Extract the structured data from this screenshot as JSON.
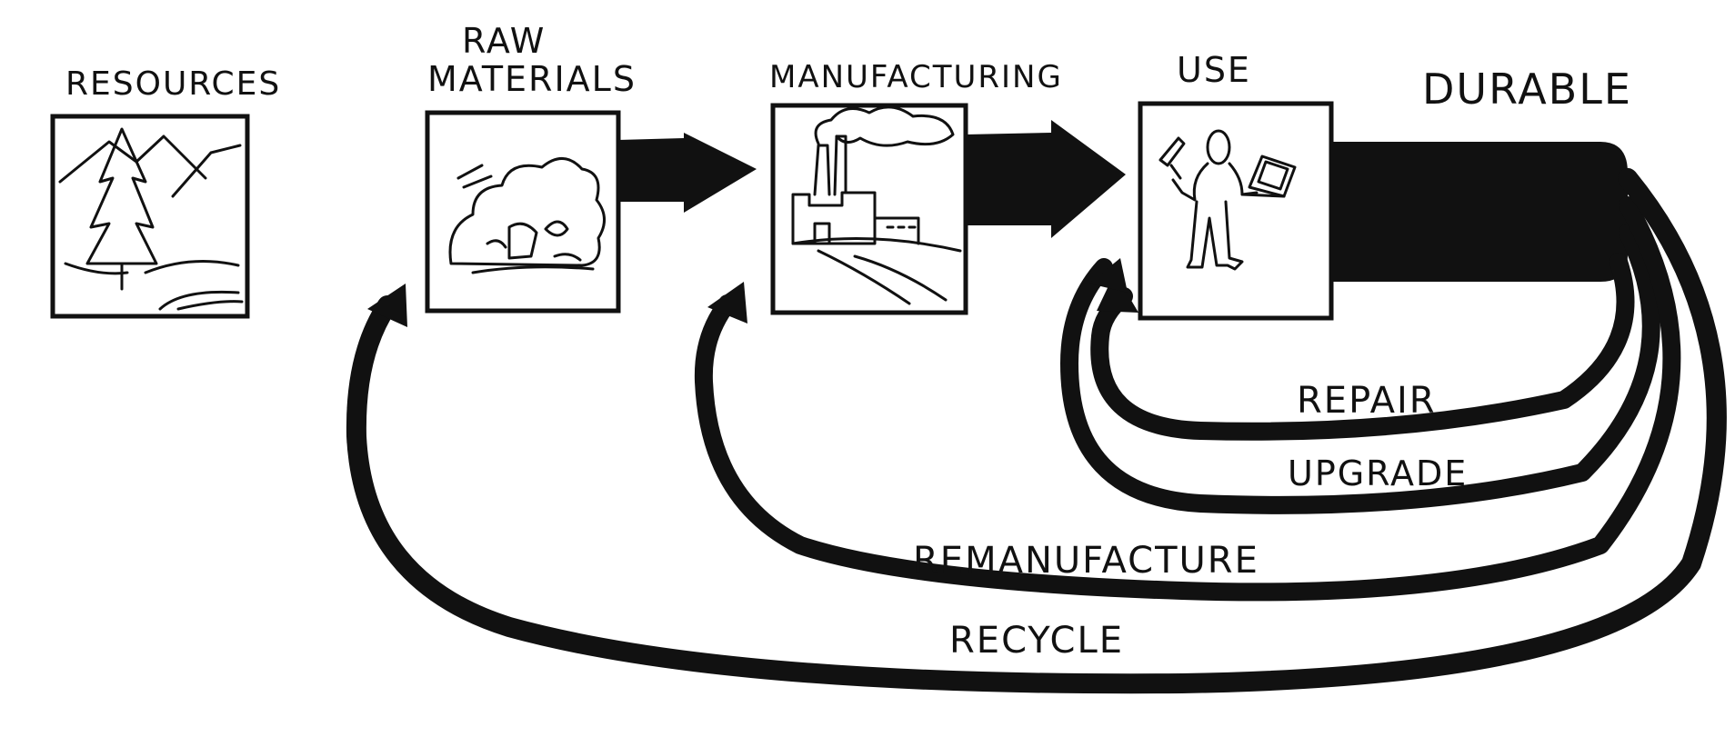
{
  "labels": {
    "resources": "RESOURCES",
    "raw_line1": "RAW",
    "raw_line2": "MATERIALS",
    "manufacturing": "MANUFACTURING",
    "use": "USE",
    "durable": "DURABLE",
    "repair": "REPAIR",
    "upgrade": "UPGRADE",
    "remanufacture": "REMANUFACTURE",
    "recycle": "RECYCLE"
  },
  "icons": {
    "resources": "landscape-icon",
    "raw_materials": "raw-materials-pile-icon",
    "manufacturing": "factory-icon",
    "use": "person-with-devices-icon"
  },
  "colors": {
    "ink": "#111111",
    "paper": "#ffffff"
  }
}
